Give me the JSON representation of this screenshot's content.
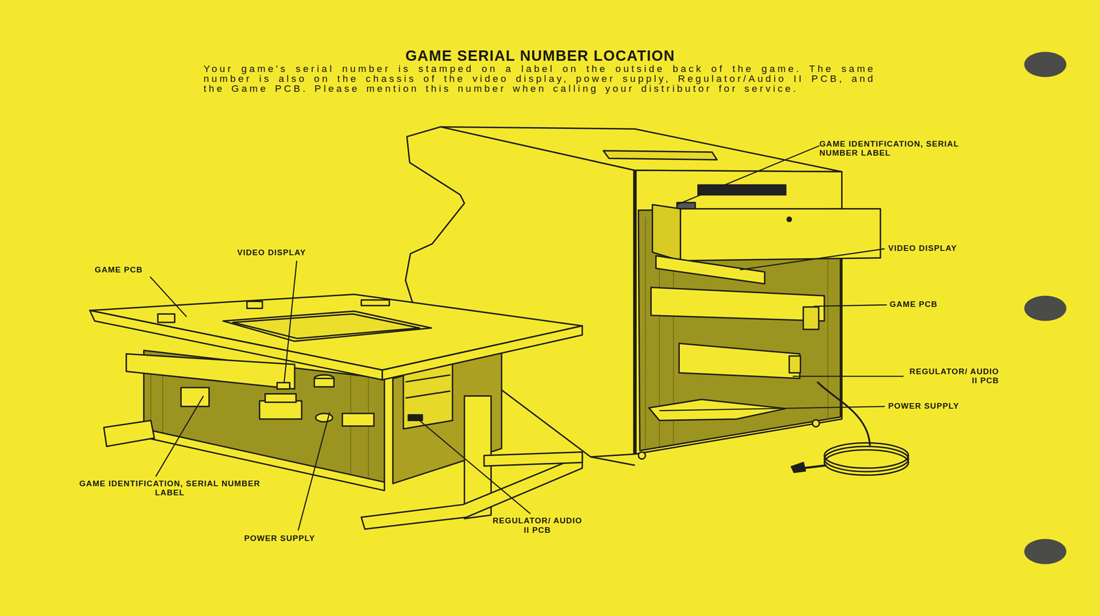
{
  "diagram": {
    "title": "GAME SERIAL NUMBER LOCATION",
    "labels": [
      "Your game's serial number is stamped on a label on the outside back of the game. The same number is also on the chassis of the video display, power supply, Regulator/Audio II PCB, and the Game PCB. Please mention this number when calling your distributor for service.",
      "GAME IDENTIFICATION, SERIAL NUMBER LABEL",
      "VIDEO DISPLAY",
      "GAME PCB",
      "VIDEO DISPLAY",
      "GAME PCB",
      "REGULATOR/ AUDIO II PCB",
      "POWER SUPPLY",
      "GAME IDENTIFICATION, SERIAL NUMBER LABEL",
      "REGULATOR/ AUDIO II PCB",
      "POWER SUPPLY"
    ]
  }
}
